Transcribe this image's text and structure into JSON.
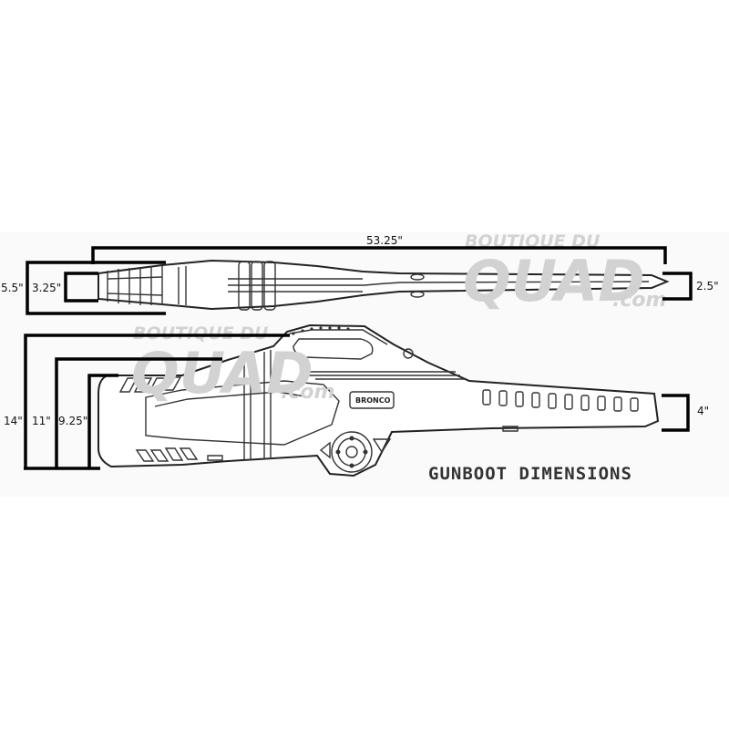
{
  "watermark": {
    "line1": "BOUTIQUE DU",
    "line2": "QUAD",
    "line3": ".com"
  },
  "brand_plate": "BRONCO",
  "heading": "GUNBOOT DIMENSIONS",
  "dimensions": {
    "length": "53.25\"",
    "top_outer_height": "5.5\"",
    "top_inner_height": "3.25\"",
    "top_tip_height": "2.5\"",
    "side_total_height": "14\"",
    "side_mid_height": "11\"",
    "side_inner_height": "9.25\"",
    "side_tip_height": "4\""
  },
  "colors": {
    "outline": "#222222",
    "dimension_lines": "#000000",
    "watermark": "#d2d2d2"
  }
}
